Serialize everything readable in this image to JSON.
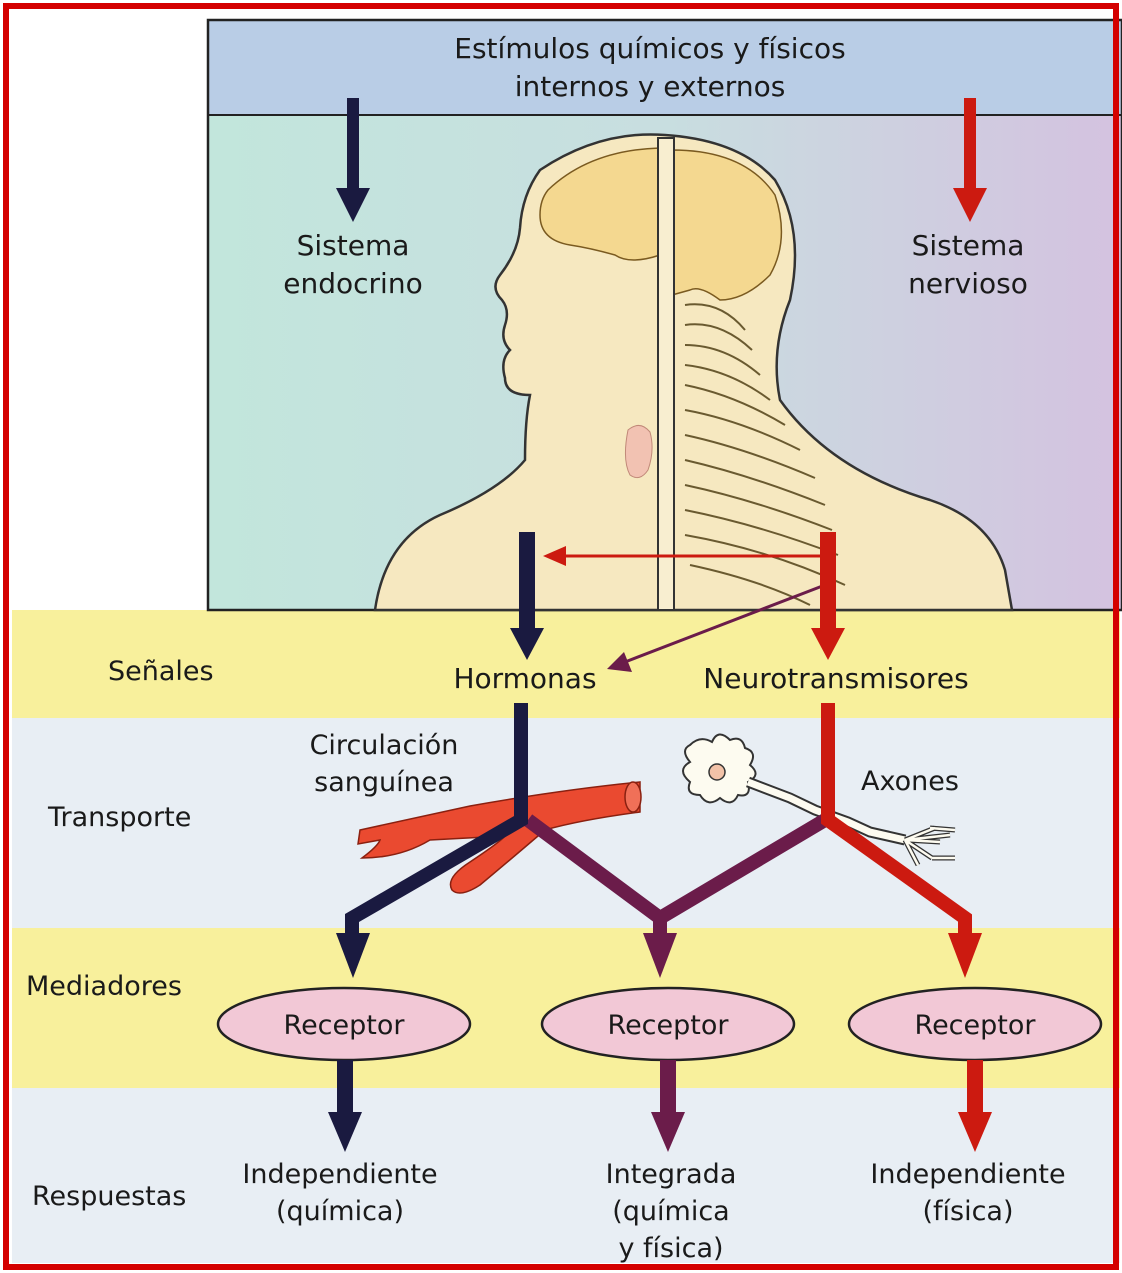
{
  "header": {
    "line1": "Estímulos químicos y físicos",
    "line2": "internos y externos"
  },
  "systems": {
    "endocrine": [
      "Sistema",
      "endocrino"
    ],
    "nervous": [
      "Sistema",
      "nervioso"
    ]
  },
  "rows": {
    "signals": "Señales",
    "transport": "Transporte",
    "mediators": "Mediadores",
    "responses": "Respuestas"
  },
  "signals": {
    "hormones": "Hormonas",
    "neurotransmitters": "Neurotransmisores"
  },
  "transport": {
    "blood": [
      "Circulación",
      "sanguínea"
    ],
    "axons": "Axones"
  },
  "receptors": [
    "Receptor",
    "Receptor",
    "Receptor"
  ],
  "responses": {
    "left": [
      "Independiente",
      "(química)"
    ],
    "center": [
      "Integrada",
      "(química",
      "y física)"
    ],
    "right": [
      "Independiente",
      "(física)"
    ]
  },
  "colors": {
    "border": "#d40000",
    "endocrine_arrow": "#1a1a40",
    "nervous_arrow": "#cc1a10",
    "integrated_arrow": "#6b1c4a",
    "band_yellow": "#f8f09c",
    "band_light": "#e8eef4",
    "header_blue": "#b9cde6",
    "panel_teal": "#c2e6dc",
    "panel_lavender": "#d4c2e0",
    "skin": "#f6e8c0",
    "brain": "#f4d890",
    "receptor_fill": "#f2c8d6",
    "vessel": "#ea4a30"
  }
}
